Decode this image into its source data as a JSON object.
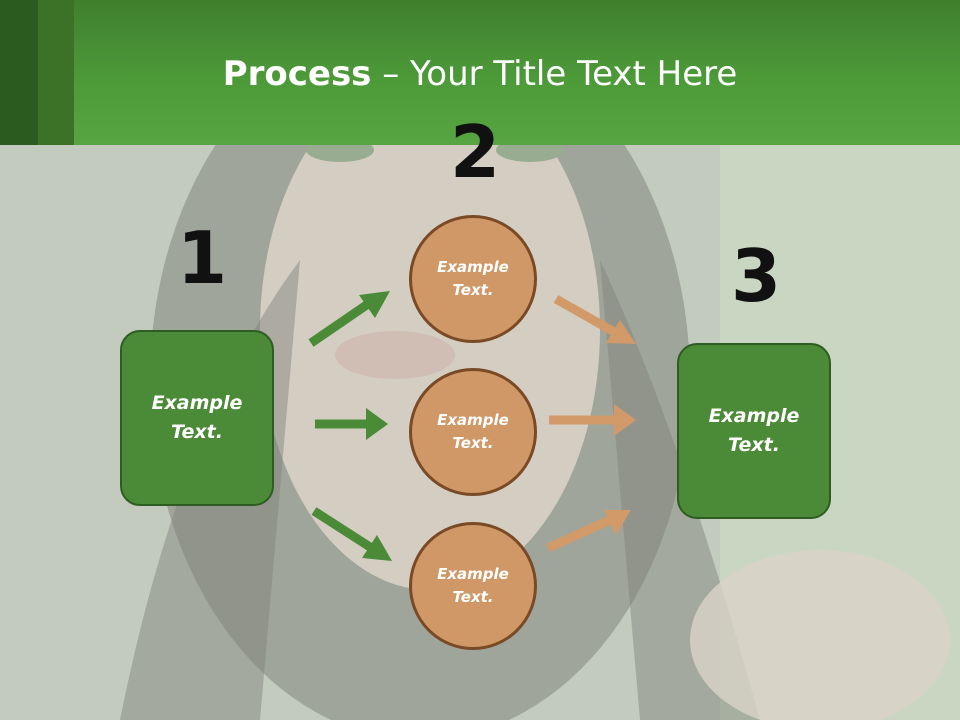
{
  "title": {
    "bold": "Process",
    "rest": " – Your Title Text Here"
  },
  "steps": {
    "one": "1",
    "two": "2",
    "three": "3"
  },
  "left_box": {
    "line1": "Example",
    "line2": "Text."
  },
  "right_box": {
    "line1": "Example",
    "line2": "Text."
  },
  "circles": [
    {
      "line1": "Example",
      "line2": "Text."
    },
    {
      "line1": "Example",
      "line2": "Text."
    },
    {
      "line1": "Example",
      "line2": "Text."
    }
  ],
  "colors": {
    "green": "#4b8a37",
    "orange": "#cf9866",
    "header": "#4d9a39"
  }
}
